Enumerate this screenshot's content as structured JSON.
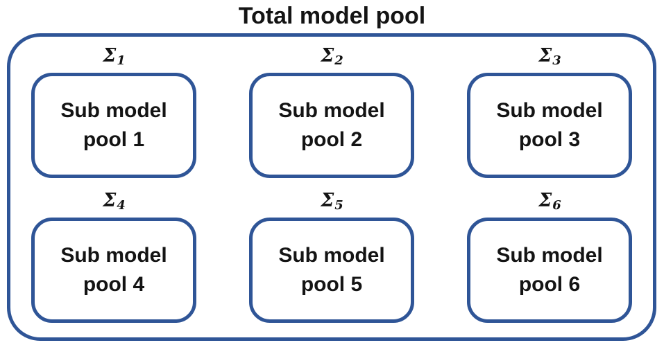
{
  "title": "Total model pool",
  "colors": {
    "border": "#2f5597",
    "text": "#141414",
    "background": "#ffffff"
  },
  "pools": [
    {
      "sigma": "Σ",
      "subscript": "1",
      "line1": "Sub model",
      "line2": "pool 1"
    },
    {
      "sigma": "Σ",
      "subscript": "2",
      "line1": "Sub model",
      "line2": "pool 2"
    },
    {
      "sigma": "Σ",
      "subscript": "3",
      "line1": "Sub model",
      "line2": "pool 3"
    },
    {
      "sigma": "Σ",
      "subscript": "4",
      "line1": "Sub model",
      "line2": "pool 4"
    },
    {
      "sigma": "Σ",
      "subscript": "5",
      "line1": "Sub model",
      "line2": "pool 5"
    },
    {
      "sigma": "Σ",
      "subscript": "6",
      "line1": "Sub model",
      "line2": "pool 6"
    }
  ]
}
